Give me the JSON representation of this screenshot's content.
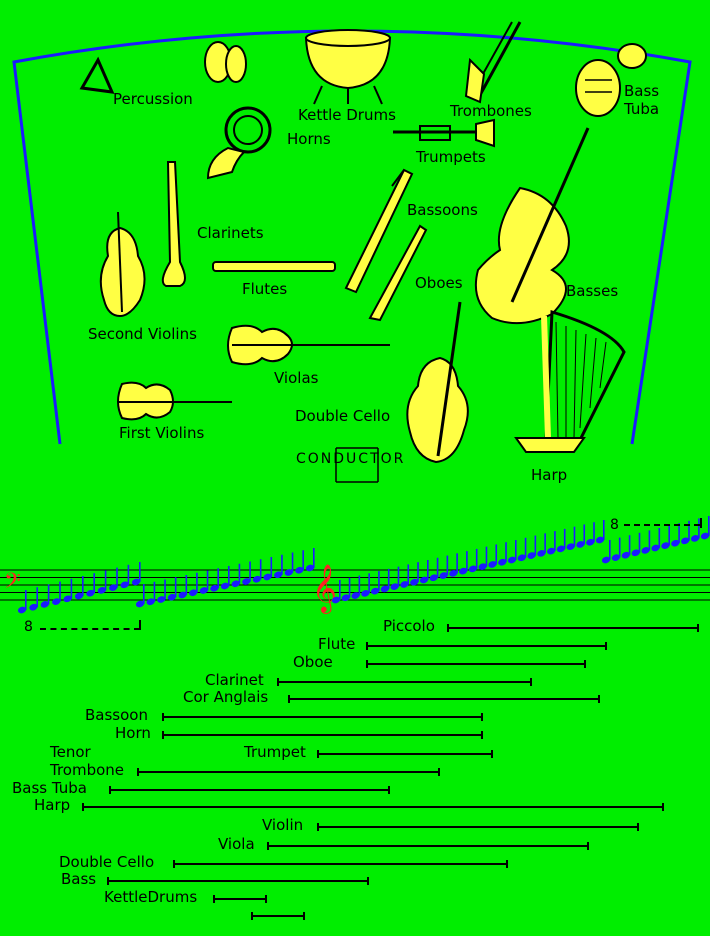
{
  "colors": {
    "background": "#00ee00",
    "stage_outline": "#1a1aff",
    "instrument_fill": "#ffff44",
    "outline": "#000000",
    "notes": "#1a1aff",
    "clef": "#ff2020"
  },
  "sections": [
    {
      "label": "Percussion",
      "icon": "triangle-cymbal-icon"
    },
    {
      "label": "Kettle Drums",
      "icon": "kettle-drum-icon"
    },
    {
      "label": "Trombones",
      "icon": "trombone-icon"
    },
    {
      "label": "Bass\nTuba",
      "icon": "tuba-icon"
    },
    {
      "label": "Horns",
      "icon": "french-horn-icon"
    },
    {
      "label": "Trumpets",
      "icon": "trumpet-icon"
    },
    {
      "label": "Bassoons",
      "icon": "bassoon-icon"
    },
    {
      "label": "Clarinets",
      "icon": "clarinet-icon"
    },
    {
      "label": "Flutes",
      "icon": "flute-icon"
    },
    {
      "label": "Oboes",
      "icon": "oboe-icon"
    },
    {
      "label": "Basses",
      "icon": "double-bass-icon"
    },
    {
      "label": "Second Violins",
      "icon": "violin-icon"
    },
    {
      "label": "Violas",
      "icon": "viola-icon"
    },
    {
      "label": "First Violins",
      "icon": "violin-icon"
    },
    {
      "label": "Double Cello",
      "icon": "cello-icon"
    },
    {
      "label": "Harp",
      "icon": "harp-icon"
    }
  ],
  "conductor": "CONDUCTOR",
  "staff": {
    "octave_low": "8",
    "octave_high": "8"
  },
  "ranges": [
    {
      "name": "Piccolo",
      "from": 0.63,
      "to": 0.985
    },
    {
      "name": "Flute",
      "from": 0.516,
      "to": 0.855
    },
    {
      "name": "Oboe",
      "from": 0.516,
      "to": 0.825
    },
    {
      "name": "Clarinet",
      "from": 0.39,
      "to": 0.75
    },
    {
      "name": "Cor Anglais",
      "from": 0.406,
      "to": 0.845
    },
    {
      "name": "Bassoon",
      "from": 0.228,
      "to": 0.68
    },
    {
      "name": "Horn",
      "from": 0.228,
      "to": 0.68
    },
    {
      "name": "Tenor",
      "from": null,
      "to": null
    },
    {
      "name": "Trumpet",
      "from": 0.446,
      "to": 0.695
    },
    {
      "name": "Trombone",
      "from": 0.193,
      "to": 0.62
    },
    {
      "name": "Bass Tuba",
      "from": 0.153,
      "to": 0.55
    },
    {
      "name": "Harp",
      "from": 0.115,
      "to": 0.935
    },
    {
      "name": "Violin",
      "from": 0.446,
      "to": 0.9
    },
    {
      "name": "Viola",
      "from": 0.376,
      "to": 0.83
    },
    {
      "name": "Double Cello",
      "from": 0.243,
      "to": 0.715
    },
    {
      "name": "Bass",
      "from": 0.151,
      "to": 0.52
    },
    {
      "name": "KettleDrums",
      "from": 0.3,
      "to": 0.376
    },
    {
      "name": "",
      "from": 0.353,
      "to": 0.43
    }
  ]
}
